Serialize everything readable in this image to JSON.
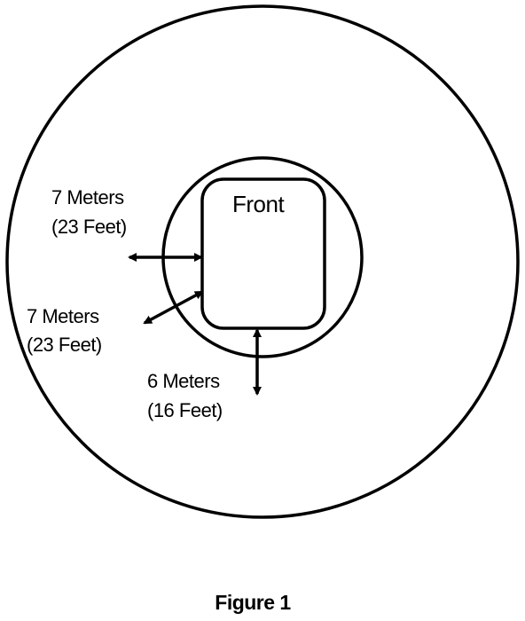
{
  "front_label": "Front",
  "clearances": [
    {
      "line1": "7 Meters",
      "line2": "(23 Feet)"
    },
    {
      "line1": "7 Meters",
      "line2": "(23 Feet)"
    },
    {
      "line1": "6 Meters",
      "line2": "(16 Feet)"
    }
  ],
  "caption": "Figure 1",
  "colors": {
    "stroke": "#000000",
    "background": "#ffffff"
  }
}
